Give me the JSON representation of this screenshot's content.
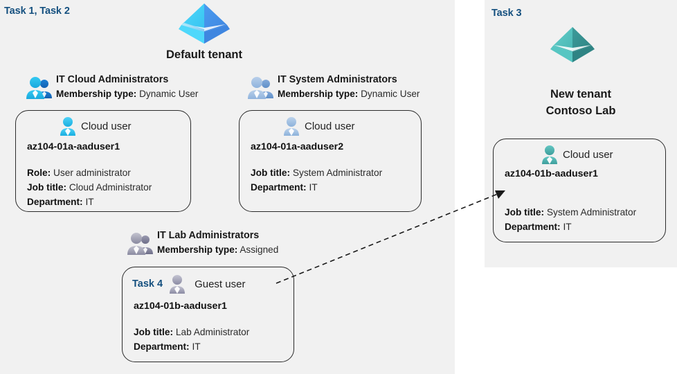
{
  "panels": {
    "left": {
      "task_label": "Task 1, Task 2"
    },
    "right": {
      "task_label": "Task 3"
    }
  },
  "tenants": [
    {
      "id": "default-tenant",
      "icon": "azure-ad-tenant-icon",
      "title": "Default tenant",
      "color": "#3fc4f4"
    },
    {
      "id": "new-tenant",
      "icon": "azure-ad-tenant-icon",
      "title_line1": "New  tenant",
      "title_line2": "Contoso Lab",
      "color": "#4bb9b5"
    }
  ],
  "groups": [
    {
      "id": "it-cloud-administrators",
      "icon": "group-users-icon",
      "name": "IT Cloud Administrators",
      "membership_key": "Membership type:",
      "membership_value": "Dynamic User"
    },
    {
      "id": "it-system-administrators",
      "icon": "group-users-icon",
      "name": "IT System Administrators",
      "membership_key": "Membership type:",
      "membership_value": "Dynamic User"
    },
    {
      "id": "it-lab-administrators",
      "icon": "group-users-icon",
      "name": "IT Lab Administrators",
      "membership_key": "Membership type:",
      "membership_value": "Assigned"
    }
  ],
  "users": [
    {
      "id": "az104-01a-aaduser1",
      "task_inline": "",
      "icon": "cloud-user-icon",
      "user_type": "Cloud user",
      "name": "az104-01a-aaduser1",
      "attrs": [
        {
          "key": "Role:",
          "value": "User administrator"
        },
        {
          "key": "Job title:",
          "value": "Cloud Administrator"
        },
        {
          "key": "Department:",
          "value": "IT"
        }
      ]
    },
    {
      "id": "az104-01a-aaduser2",
      "task_inline": "",
      "icon": "cloud-user-icon",
      "user_type": "Cloud user",
      "name": "az104-01a-aaduser2",
      "attrs": [
        {
          "key": "Job title:",
          "value": "System Administrator"
        },
        {
          "key": "Department:",
          "value": "IT"
        }
      ]
    },
    {
      "id": "az104-01b-aaduser1-guest",
      "task_inline": "Task 4",
      "icon": "guest-user-icon",
      "user_type": "Guest user",
      "name": "az104-01b-aaduser1",
      "attrs": [
        {
          "key": "Job title:",
          "value": "Lab Administrator"
        },
        {
          "key": "Department:",
          "value": "IT"
        }
      ]
    },
    {
      "id": "az104-01b-aaduser1-cloud",
      "task_inline": "",
      "icon": "cloud-user-icon",
      "user_type": "Cloud user",
      "name": "az104-01b-aaduser1",
      "attrs": [
        {
          "key": "Job title:",
          "value": "System Administrator"
        },
        {
          "key": "Department:",
          "value": "IT"
        }
      ]
    }
  ],
  "connector": {
    "id": "guest-to-cloud-user-arrow",
    "style": "dashed-arrow"
  },
  "colors": {
    "task_blue": "#15507f",
    "panel_bg": "#f1f1f1",
    "card_border": "#2b2b2b",
    "tenant_blue": "#3fc4f4",
    "tenant_teal": "#4bb9b5"
  }
}
